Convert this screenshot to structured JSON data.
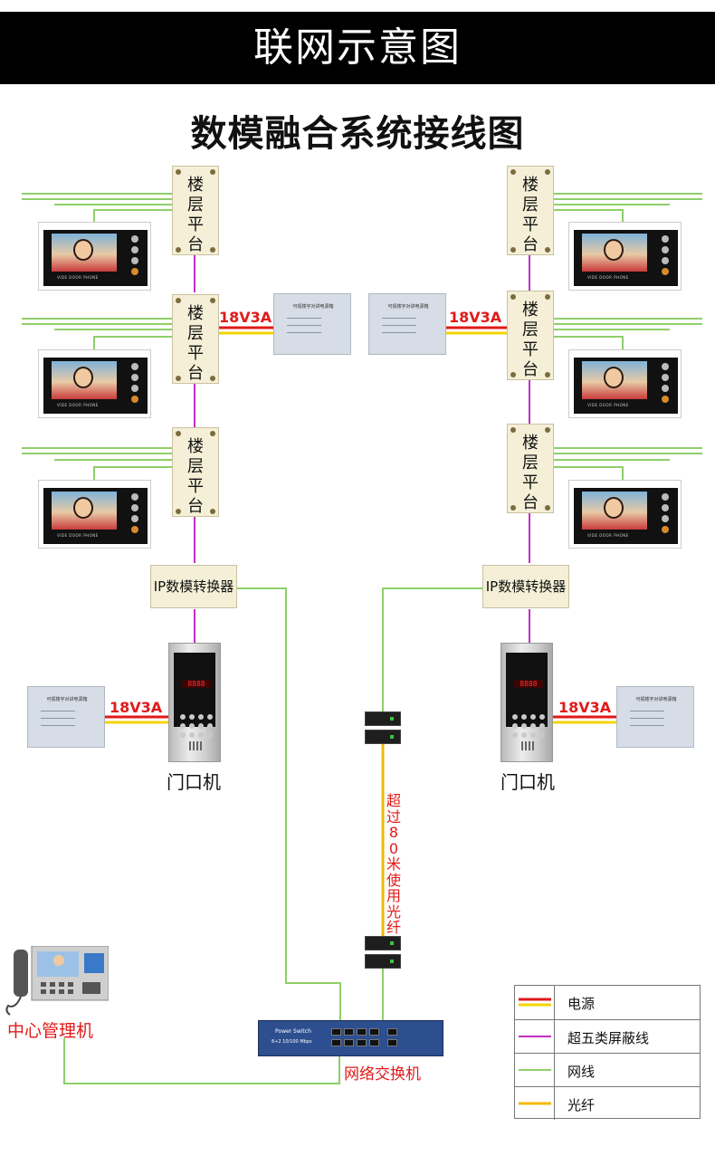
{
  "header": {
    "title": "联网示意图"
  },
  "diagram": {
    "title": "数模融合系统接线图"
  },
  "labels": {
    "floor_platform": "楼层平台",
    "converter": "IP数模转换器",
    "door_station": "门口机",
    "voltage": "18V3A",
    "fiber_note": "超过80米使用光纤",
    "switch": "网络交换机",
    "center": "中心管理机",
    "monitor_brand": "VIDE DOOR PHONE",
    "psu_title": "可视楼宇对讲电源箱",
    "switch_name": "Power Switch",
    "switch_spec": "8+2 10/100 Mbps",
    "door_digits": "8888"
  },
  "legend": [
    {
      "label": "电源",
      "color": "#e01a1a",
      "color2": "#f2d400"
    },
    {
      "label": "超五类屏蔽线",
      "color": "#c22fc2"
    },
    {
      "label": "网线",
      "color": "#8fcf6a"
    },
    {
      "label": "光纤",
      "color": "#f4b800"
    }
  ],
  "colors": {
    "power_red": "#e01a1a",
    "power_yellow": "#f2d400",
    "cat5": "#c22fc2",
    "network": "#8fcf6a",
    "fiber": "#f4b800"
  }
}
